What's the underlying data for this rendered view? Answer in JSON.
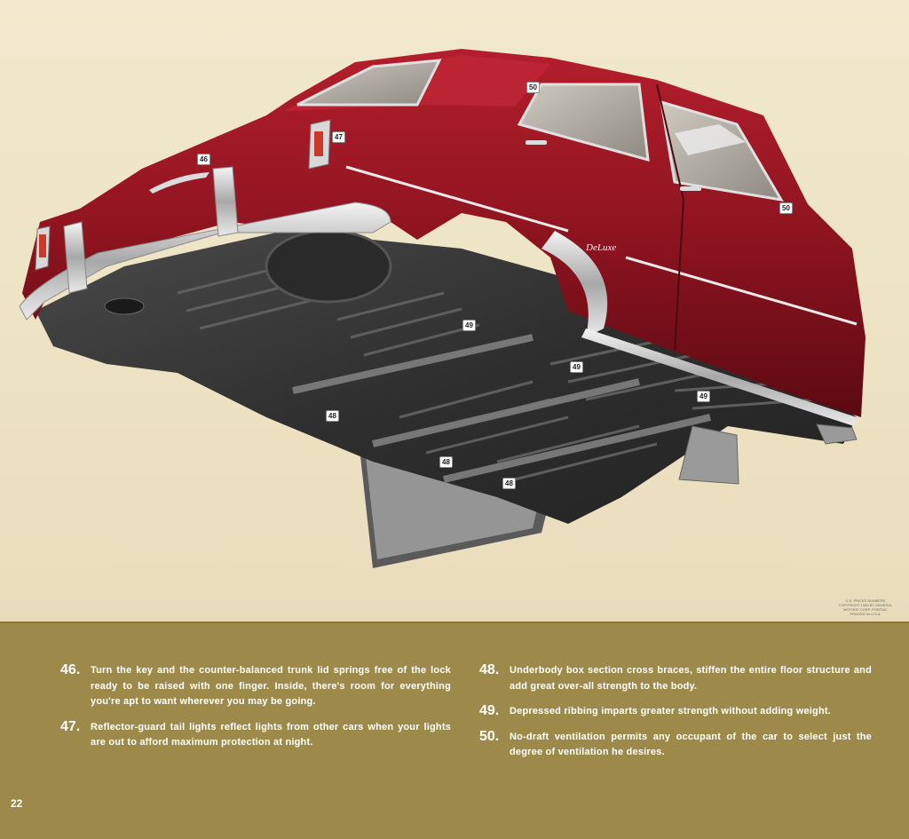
{
  "illustration": {
    "callouts": [
      "46",
      "47",
      "48",
      "48",
      "48",
      "49",
      "49",
      "49",
      "50",
      "50"
    ],
    "script_badge": "DeLuxe",
    "imprint": "U.S. PRICES NUMBERS\nCOPYRIGHT 1950 BY GENERAL\nMOTORS CORP. PONTIAC\nPRINTED IN U.S.A."
  },
  "captions": {
    "left": [
      {
        "number": "46.",
        "text": "Turn the key and the counter-balanced trunk lid springs free of the lock ready to be raised with one finger. Inside, there's room for everything you're apt to want wherever you may be going."
      },
      {
        "number": "47.",
        "text": "Reflector-guard tail lights reflect lights from other cars when your lights are out to afford maximum protection at night."
      }
    ],
    "right": [
      {
        "number": "48.",
        "text": "Underbody box section cross braces, stiffen the entire floor structure and add great over-all strength to the body."
      },
      {
        "number": "49.",
        "text": "Depressed ribbing imparts greater strength without adding weight."
      },
      {
        "number": "50.",
        "text": "No-draft ventilation permits any occupant of the car to select just the degree of ventilation he desires."
      }
    ]
  },
  "page_number": "22",
  "colors": {
    "paper": "#efe5c9",
    "band": "#9d8a4a",
    "car_body": "#8e1420",
    "underbody": "#3d3d3d"
  }
}
